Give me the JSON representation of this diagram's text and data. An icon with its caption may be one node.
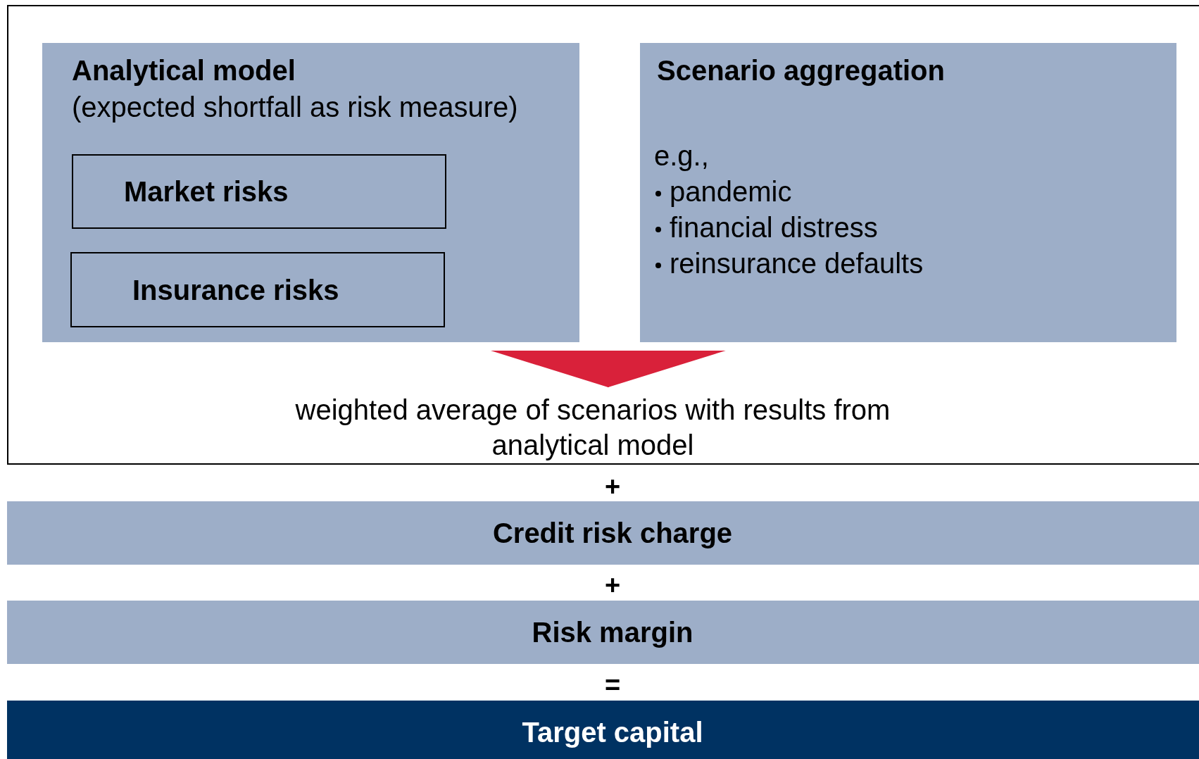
{
  "diagram": {
    "nodes": [
      {
        "text": [],
        "shape": "box"
      },
      {
        "text": [
          "Analytical model",
          "(expected shortfall as risk measure)"
        ],
        "in": 0
      },
      {
        "text": [
          "Market risks"
        ],
        "in": 1
      },
      {
        "text": [
          "Insurance risks"
        ],
        "in": 1
      },
      {
        "text": [
          "Scenario aggregation",
          "e.g.,",
          "pandemic",
          "financial distress",
          "reinsurance defaults"
        ],
        "in": 0
      },
      {
        "text": [
          "weighted average of scenarios with results from analytical model"
        ],
        "in": 0
      },
      {
        "text": [
          "Credit risk charge"
        ]
      },
      {
        "text": [
          "Risk margin"
        ]
      },
      {
        "text": [
          "Target capital"
        ]
      }
    ],
    "edges": [
      {
        "from": 1,
        "to": 5,
        "arrow": "to",
        "color": "#d9213a"
      },
      {
        "from": 4,
        "to": 5,
        "arrow": "to",
        "color": "#d9213a"
      }
    ],
    "labels": [
      "+",
      "+",
      "="
    ]
  }
}
